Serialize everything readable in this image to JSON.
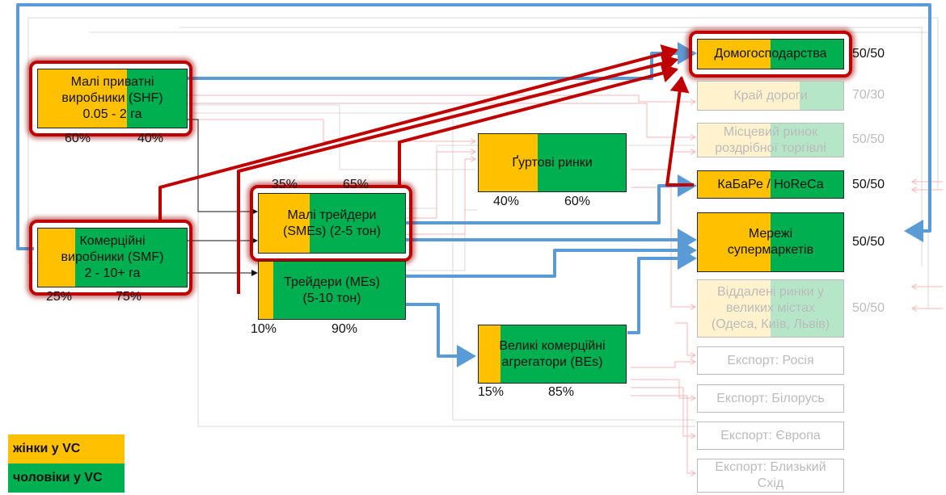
{
  "colors": {
    "women": "#FFC000",
    "men": "#00B050",
    "highlight": "#C00000",
    "blue_arrow": "#5B9BD5",
    "faded_women": "#FFF2CC",
    "faded_men": "#B5E6C8"
  },
  "nodes": {
    "shf": {
      "label": "Малі приватні\nвиробники (SHF)\n0.05 - 2 га",
      "women_pct": "60%",
      "men_pct": "40%",
      "women_share": 0.6
    },
    "smf": {
      "label": "Комерційні\nвиробники (SMF)\n2 - 10+ га",
      "women_pct": "25%",
      "men_pct": "75%",
      "women_share": 0.25
    },
    "smes": {
      "label": "Малі трейдери\n(SMEs) (2-5 тон)",
      "women_pct": "35%",
      "men_pct": "65%",
      "women_share": 0.35
    },
    "mes": {
      "label": "Трейдери (MEs)\n(5-10 тон)",
      "women_pct": "10%",
      "men_pct": "90%",
      "women_share": 0.1
    },
    "wholesale": {
      "label": "Ґуртові ринки",
      "women_pct": "40%",
      "men_pct": "60%",
      "women_share": 0.4
    },
    "bes": {
      "label": "Великі комерційні\nагрегатори (BEs)",
      "women_pct": "15%",
      "men_pct": "85%",
      "women_share": 0.15
    }
  },
  "markets": {
    "households": {
      "label": "Домогосподарства",
      "ratio": "50/50"
    },
    "roadside": {
      "label": "Край дороги",
      "ratio": "70/30"
    },
    "local_market": {
      "label": "Місцевий ринок\nроздрібної торгівлі",
      "ratio": "50/50"
    },
    "horeca": {
      "label": "КаБаРе / HoReCa",
      "ratio": "50/50"
    },
    "supermarkets": {
      "label": "Мережі\nсупермаркетів",
      "ratio": "50/50"
    },
    "remote_markets": {
      "label": "Віддалені ринки у\nвеликих містах\n(Одеса, Київ, Львів)",
      "ratio": "50/50"
    },
    "export_russia": {
      "label": "Експорт: Росія"
    },
    "export_belarus": {
      "label": "Експорт: Білорусь"
    },
    "export_europe": {
      "label": "Експорт: Європа"
    },
    "export_middle_east": {
      "label": "Експорт: Близький\nСхід"
    }
  },
  "legend": {
    "women": "жінки у VC",
    "men": "чоловіки у VC"
  }
}
